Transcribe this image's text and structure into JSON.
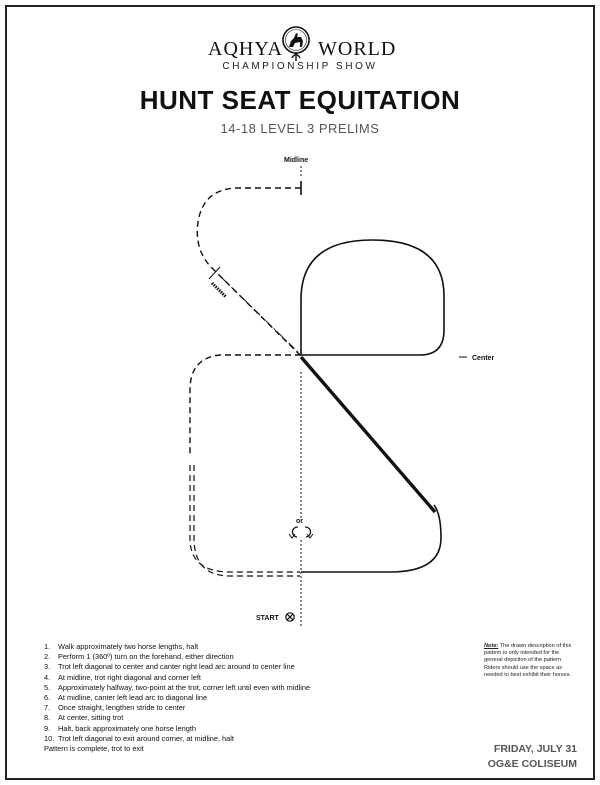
{
  "header": {
    "logo_left": "AQHYA",
    "logo_right": "WORLD",
    "logo_subtitle": "CHAMPIONSHIP SHOW",
    "title": "HUNT SEAT EQUITATION",
    "subtitle": "14-18 LEVEL 3 PRELIMS"
  },
  "pattern": {
    "midline_label": "Midline",
    "center_label": "Center",
    "start_label": "START",
    "or_label": "or"
  },
  "steps": [
    {
      "num": "1.",
      "text": "Walk approximately two horse lengths, halt"
    },
    {
      "num": "2.",
      "text": "Perform 1 (360º) turn on the forehand, either direction"
    },
    {
      "num": "3.",
      "text": "Trot left diagonal to center and canter right lead arc around to center line"
    },
    {
      "num": "4.",
      "text": "At midline, trot right diagonal and corner left"
    },
    {
      "num": "5.",
      "text": "Approximately halfway, two-point at the trot, corner left until even with midline"
    },
    {
      "num": "6.",
      "text": "At midline, canter left lead arc to diagonal line"
    },
    {
      "num": "7.",
      "text": "Once straight, lengthen stride to center"
    },
    {
      "num": "8.",
      "text": "At center, sitting trot"
    },
    {
      "num": "9.",
      "text": "Halt, back approximately one horse length"
    },
    {
      "num": "10.",
      "text": "Trot left diagonal to exit around corner, at midline, halt"
    }
  ],
  "steps_footer": "Pattern is complete, trot to exit",
  "note": {
    "label": "Note:",
    "text": "The drawn description of this pattern is only intended for the general depiction of the pattern. Riders should use the space as needed to best exhibit their horses."
  },
  "footer": {
    "date": "FRIDAY, JULY 31",
    "venue": "OG&E COLISEUM"
  },
  "icons": {
    "logo": "horse-rider-emblem-icon",
    "start": "start-x-icon",
    "turn": "turn-on-forehand-arrows-icon"
  }
}
